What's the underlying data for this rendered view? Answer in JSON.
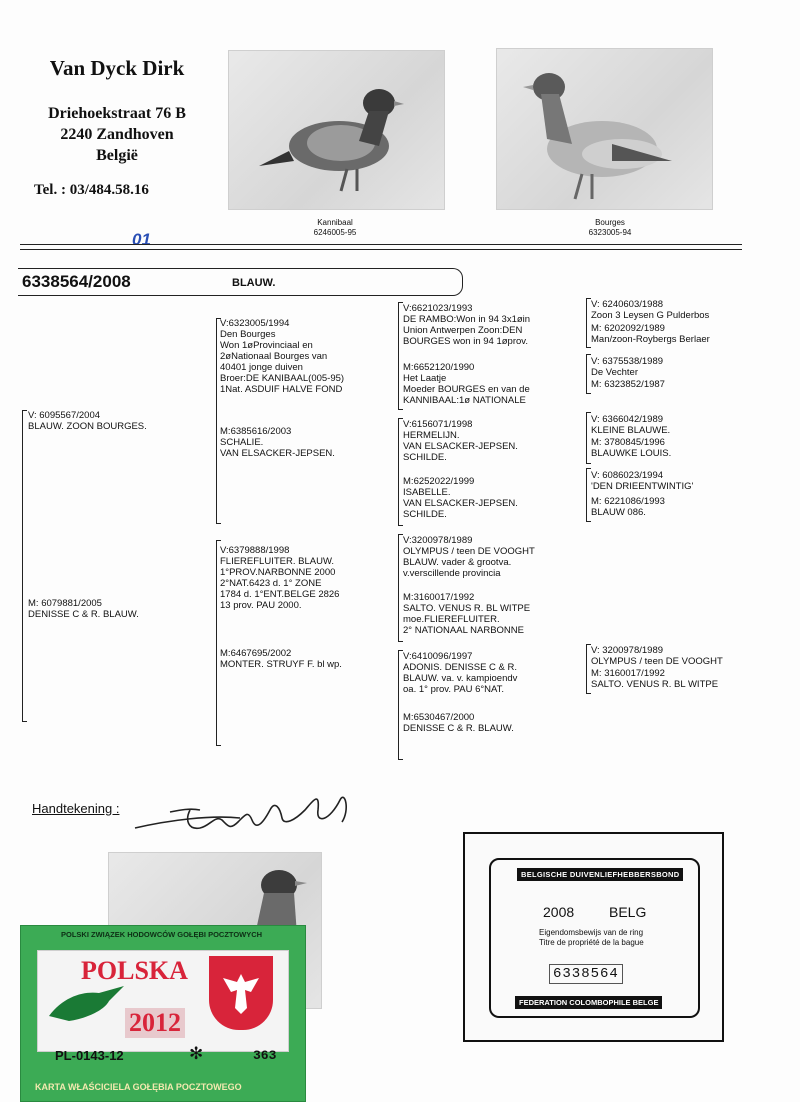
{
  "owner": {
    "name": "Van Dyck Dirk",
    "street": "Driehoekstraat 76 B",
    "city": "2240 Zandhoven",
    "country": "België",
    "phone": "Tel. : 03/484.58.16"
  },
  "photos": [
    {
      "name": "Kannibaal",
      "ring": "6246005-95"
    },
    {
      "name": "Bourges",
      "ring": "6323005-94"
    }
  ],
  "handwritten_mark": "01",
  "subject": {
    "ring": "6338564/2008",
    "color": "BLAUW."
  },
  "gen1": [
    {
      "prefix": "V:",
      "text": "6095567/2004\nBLAUW. ZOON BOURGES."
    },
    {
      "prefix": "M:",
      "text": "6079881/2005\nDENISSE C & R. BLAUW."
    }
  ],
  "gen2": [
    {
      "prefix": "V:",
      "text": "6323005/1994\nDen Bourges\nWon 1øProvinciaal en\n2øNationaal Bourges van\n40401 jonge duiven\nBroer:DE KANIBAAL(005-95)\n1Nat. ASDUIF HALVE FOND"
    },
    {
      "prefix": "M:",
      "text": "6385616/2003\nSCHALIE.\nVAN ELSACKER-JEPSEN."
    },
    {
      "prefix": "V:",
      "text": "6379888/1998\nFLIEREFLUITER. BLAUW.\n1°PROV.NARBONNE 2000\n2°NAT.6423 d. 1° ZONE\n1784 d. 1°ENT.BELGE 2826\n13 prov. PAU 2000."
    },
    {
      "prefix": "M:",
      "text": "6467695/2002\nMONTER. STRUYF F. bl wp."
    }
  ],
  "gen3": [
    {
      "prefix": "V:",
      "text": "6621023/1993\nDE RAMBO:Won in 94 3x1øin\nUnion Antwerpen Zoon:DEN\nBOURGES won in 94 1øprov."
    },
    {
      "prefix": "M:",
      "text": "6652120/1990\nHet Laatje\nMoeder BOURGES en van de\nKANNIBAAL:1ø NATIONALE"
    },
    {
      "prefix": "V:",
      "text": "6156071/1998\nHERMELIJN.\nVAN ELSACKER-JEPSEN.\nSCHILDE."
    },
    {
      "prefix": "M:",
      "text": "6252022/1999\nISABELLE.\nVAN ELSACKER-JEPSEN.\nSCHILDE."
    },
    {
      "prefix": "V:",
      "text": "3200978/1989\nOLYMPUS / teen DE VOOGHT\nBLAUW. vader & grootva.\nv.verscillende provincia"
    },
    {
      "prefix": "M:",
      "text": "3160017/1992\nSALTO. VENUS R. BL WITPE\nmoe.FLIEREFLUITER.\n2° NATIONAAL NARBONNE"
    },
    {
      "prefix": "V:",
      "text": "6410096/1997\nADONIS. DENISSE C & R.\nBLAUW. va. v. kampioendv\noa. 1° prov. PAU 6°NAT."
    },
    {
      "prefix": "M:",
      "text": "6530467/2000\nDENISSE C & R. BLAUW."
    }
  ],
  "gen4": [
    {
      "prefix": "V:",
      "text": "6240603/1988\nZoon 3 Leysen G Pulderbos"
    },
    {
      "prefix": "M:",
      "text": "6202092/1989\nMan/zoon-Roybergs Berlaer"
    },
    {
      "prefix": "V:",
      "text": "6375538/1989\nDe Vechter"
    },
    {
      "prefix": "M:",
      "text": "6323852/1987"
    },
    {
      "prefix": "V:",
      "text": "6366042/1989\nKLEINE BLAUWE."
    },
    {
      "prefix": "M:",
      "text": "3780845/1996\nBLAUWKE LOUIS."
    },
    {
      "prefix": "V:",
      "text": "6086023/1994\n'DEN DRIEENTWINTIG'"
    },
    {
      "prefix": "M:",
      "text": "6221086/1993\nBLAUW 086."
    },
    {
      "prefix": "V:",
      "text": "3200978/1989\nOLYMPUS / teen DE VOOGHT"
    },
    {
      "prefix": "M:",
      "text": "3160017/1992\nSALTO. VENUS R. BL WITPE"
    }
  ],
  "signature_label": "Handtekening :",
  "certificate": {
    "org": "BELGISCHE DUIVENLIEFHEBBERSBOND",
    "year": "2008",
    "country": "BELG",
    "line1": "Eigendomsbewijs van de ring",
    "line2": "Titre de propriété de la bague",
    "ring": "6338564",
    "fed": "FEDERATION COLOMBOPHILE BELGE"
  },
  "polish_card": {
    "arc_text": "POLSKI ZWIĄZEK HODOWCÓW GOŁĘBI POCZTOWYCH",
    "country": "POLSKA",
    "year": "2012",
    "code": "PL-0143-12",
    "number": "363",
    "bottom": "KARTA WŁAŚCICIELA GOŁĘBIA POCZTOWEGO"
  },
  "colors": {
    "polish_green": "#3cab55",
    "polish_red": "#d8243a",
    "ink": "#111111"
  }
}
